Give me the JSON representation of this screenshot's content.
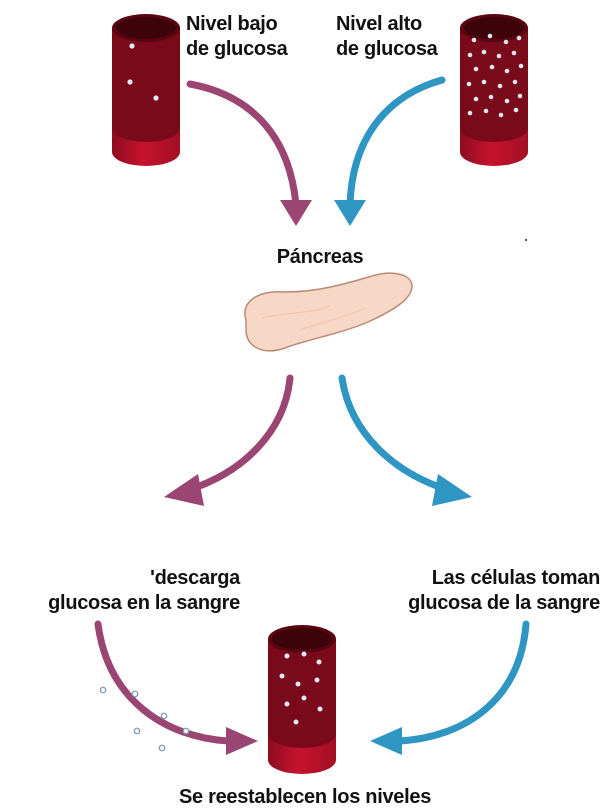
{
  "labels": {
    "low_glucose": [
      "Nivel bajo",
      "de glucosa"
    ],
    "high_glucose": [
      "Nivel alto",
      "de glucosa"
    ],
    "pancreas": "Páncreas",
    "liver_release": [
      "'descarga",
      "glucosa en la sangre"
    ],
    "cells_take": [
      "Las células toman",
      "glucosa de la sangre"
    ],
    "restored": "Se reestablecen los niveles"
  },
  "colors": {
    "low_path_arrow": "#9b4672",
    "high_path_arrow": "#2f95c2",
    "vessel_red": "#c6132e",
    "vessel_dark": "#7a0a1a",
    "pancreas": "#f7d8c6",
    "glucose_dot": "#dfe8f2"
  }
}
